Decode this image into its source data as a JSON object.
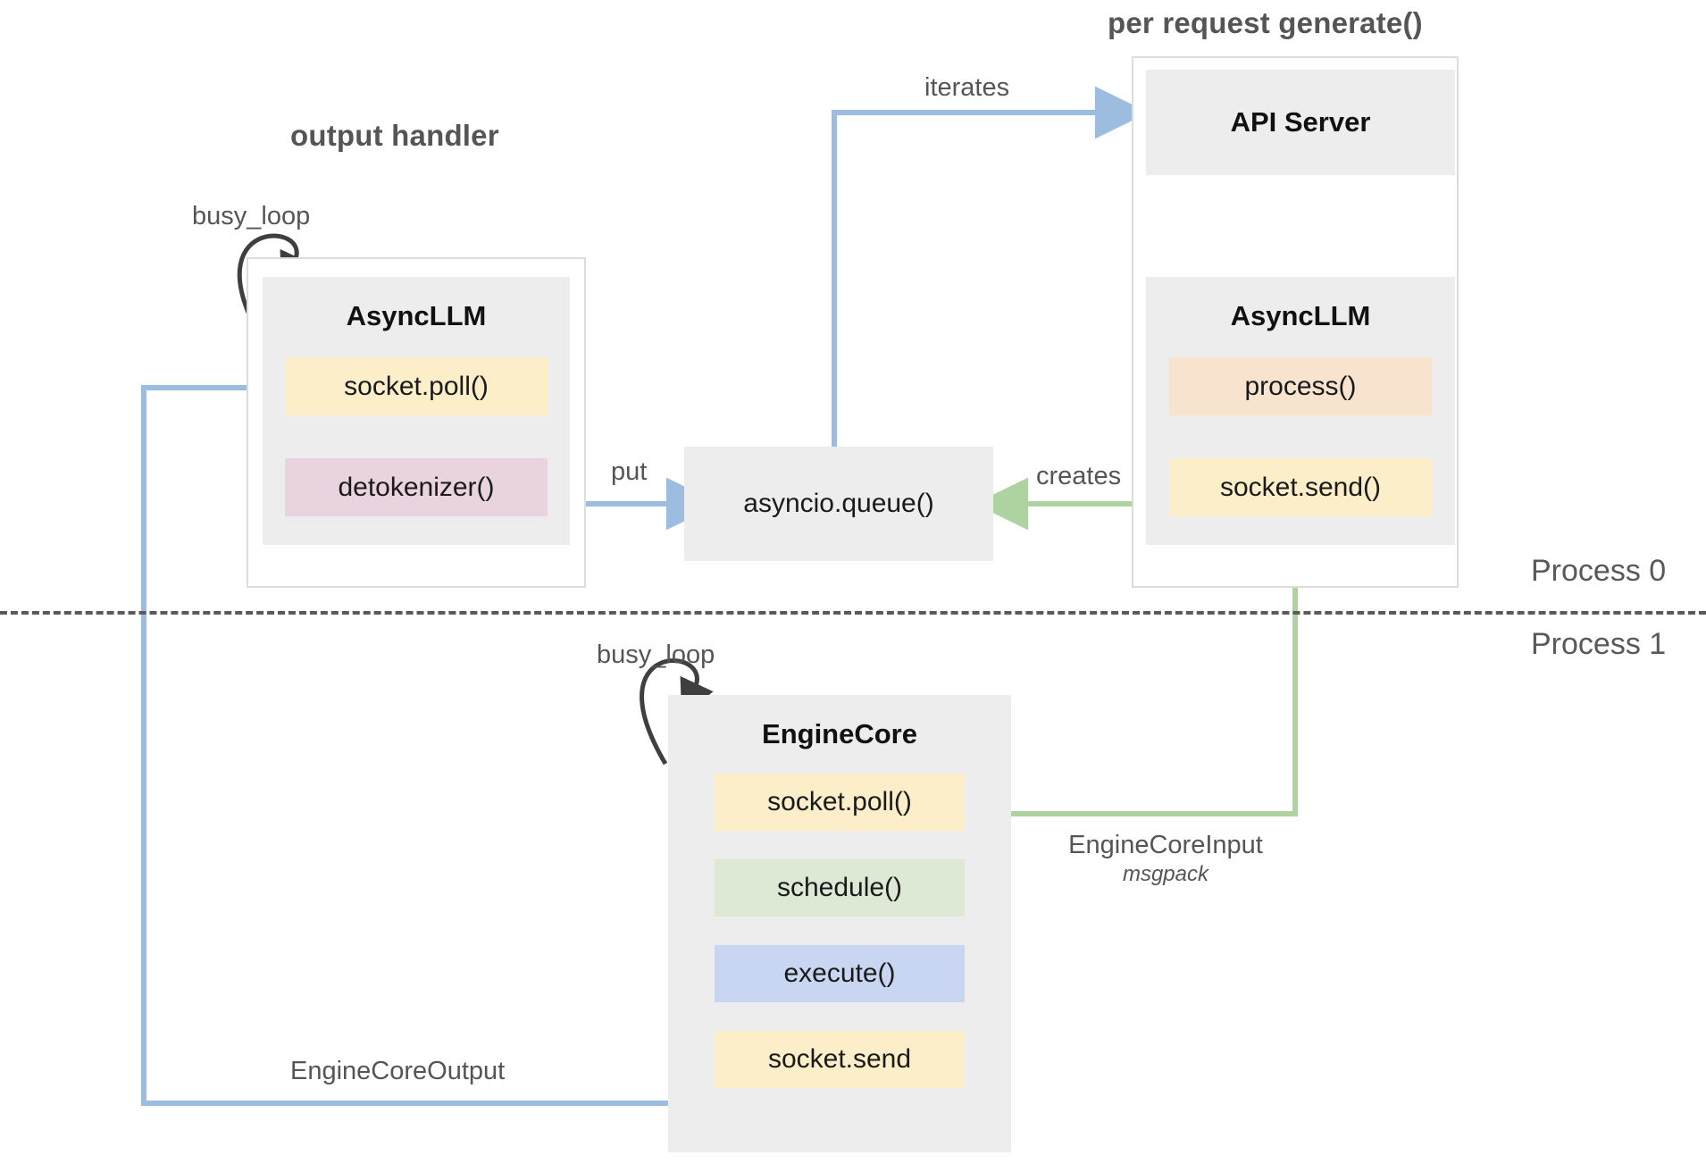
{
  "diagram": {
    "title_left_group": "output handler",
    "title_right_group": "per request generate()",
    "process_top": "Process 0",
    "process_bottom": "Process 1"
  },
  "left_group": {
    "loop_label": "busy_loop",
    "block_title": "AsyncLLM",
    "pills": [
      {
        "label": "socket.poll()",
        "color": "#fbeec8"
      },
      {
        "label": "detokenizer()",
        "color": "#e9d3de"
      }
    ]
  },
  "queue": {
    "label": "asyncio.queue()"
  },
  "right_group": {
    "api_block_title": "API Server",
    "async_block_title": "AsyncLLM",
    "pills": [
      {
        "label": "process()",
        "color": "#f8e3cf"
      },
      {
        "label": "socket.send()",
        "color": "#fbeec8"
      }
    ]
  },
  "engine_core": {
    "loop_label": "busy_loop",
    "block_title": "EngineCore",
    "pills": [
      {
        "label": "socket.poll()",
        "color": "#fbeec8"
      },
      {
        "label": "schedule()",
        "color": "#dde9d4"
      },
      {
        "label": "execute()",
        "color": "#c8d6f1"
      },
      {
        "label": "socket.send",
        "color": "#fbeec8"
      }
    ]
  },
  "edges": [
    {
      "name": "iterates",
      "label": "iterates",
      "color": "#9dbde0"
    },
    {
      "name": "put",
      "label": "put",
      "color": "#9dbde0"
    },
    {
      "name": "creates",
      "label": "creates",
      "color": "#aed3a0"
    },
    {
      "name": "engine-core-input",
      "label": "EngineCoreInput",
      "sublabel": "msgpack",
      "color": "#aed3a0"
    },
    {
      "name": "engine-core-output",
      "label": "EngineCoreOutput",
      "color": "#9dbde0"
    }
  ],
  "colors": {
    "blue_arrow": "#9dbde0",
    "green_arrow": "#aed3a0",
    "loop_arrow": "#3f3f3f",
    "block_bg": "#ededed",
    "frame_border": "#dcdcdc",
    "divider": "#5a5a5a"
  }
}
